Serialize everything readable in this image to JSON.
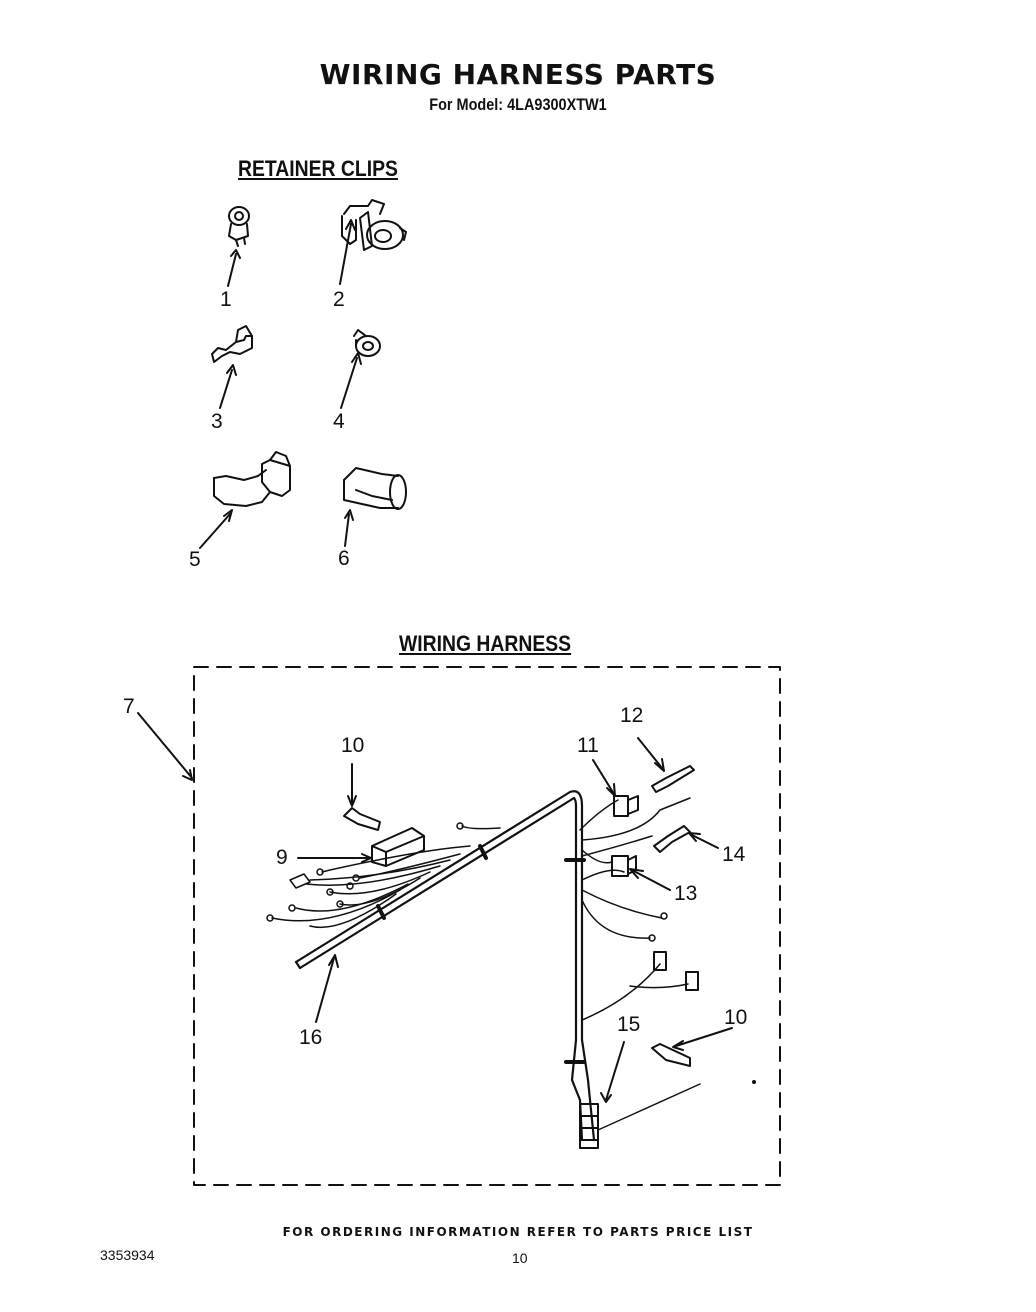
{
  "header": {
    "title": "WIRING HARNESS PARTS",
    "subtitle": "For Model: 4LA9300XTW1"
  },
  "sections": {
    "retainer_clips": "RETAINER CLIPS",
    "wiring_harness": "WIRING HARNESS"
  },
  "callouts": {
    "c1": "1",
    "c2": "2",
    "c3": "3",
    "c4": "4",
    "c5": "5",
    "c6": "6",
    "c7": "7",
    "c9": "9",
    "c10a": "10",
    "c10b": "10",
    "c11": "11",
    "c12": "12",
    "c13": "13",
    "c14": "14",
    "c15": "15",
    "c16": "16"
  },
  "footer": {
    "ordering_note": "FOR ORDERING INFORMATION REFER TO PARTS PRICE LIST",
    "doc_number": "3353934",
    "page_number": "10"
  }
}
